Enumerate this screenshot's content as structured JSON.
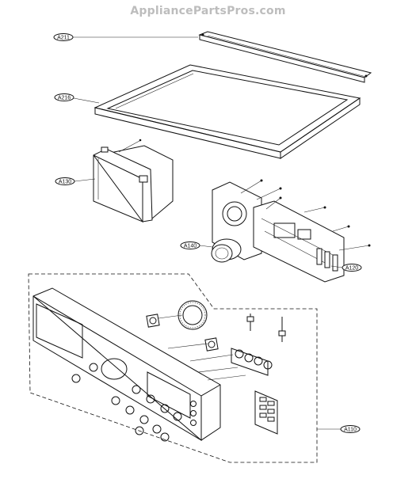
{
  "watermark": "AppliancePartsPros.com",
  "callouts": [
    {
      "id": "A211",
      "label": "A211"
    },
    {
      "id": "A216",
      "label": "A216"
    },
    {
      "id": "A130",
      "label": "A130"
    },
    {
      "id": "A140",
      "label": "A140"
    },
    {
      "id": "A120",
      "label": "A120"
    },
    {
      "id": "A110",
      "label": "A110"
    }
  ]
}
